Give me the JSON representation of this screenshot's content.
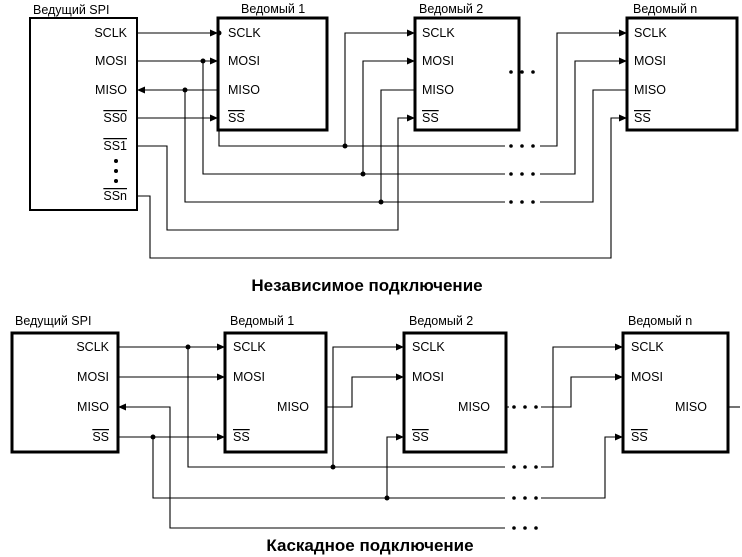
{
  "independent": {
    "title": "Независимое подключение",
    "master": {
      "label": "Ведущий SPI",
      "pins": {
        "sclk": "SCLK",
        "mosi": "MOSI",
        "miso": "MISO",
        "ss0": "SS0",
        "ss1": "SS1",
        "ssn": "SSn"
      }
    },
    "slaves": [
      {
        "label": "Ведомый 1",
        "pins": {
          "sclk": "SCLK",
          "mosi": "MOSI",
          "miso": "MISO",
          "ss": "SS"
        }
      },
      {
        "label": "Ведомый 2",
        "pins": {
          "sclk": "SCLK",
          "mosi": "MOSI",
          "miso": "MISO",
          "ss": "SS"
        }
      },
      {
        "label": "Ведомый n",
        "pins": {
          "sclk": "SCLK",
          "mosi": "MOSI",
          "miso": "MISO",
          "ss": "SS"
        }
      }
    ]
  },
  "cascade": {
    "title": "Каскадное подключение",
    "master": {
      "label": "Ведущий SPI",
      "pins": {
        "sclk": "SCLK",
        "mosi": "MOSI",
        "miso": "MISO",
        "ss": "SS"
      }
    },
    "slaves": [
      {
        "label": "Ведомый 1",
        "pins": {
          "sclk": "SCLK",
          "mosi": "MOSI",
          "miso": "MISO",
          "ss": "SS"
        }
      },
      {
        "label": "Ведомый 2",
        "pins": {
          "sclk": "SCLK",
          "mosi": "MOSI",
          "miso": "MISO",
          "ss": "SS"
        }
      },
      {
        "label": "Ведомый n",
        "pins": {
          "sclk": "SCLK",
          "mosi": "MOSI",
          "miso": "MISO",
          "ss": "SS"
        }
      }
    ]
  }
}
